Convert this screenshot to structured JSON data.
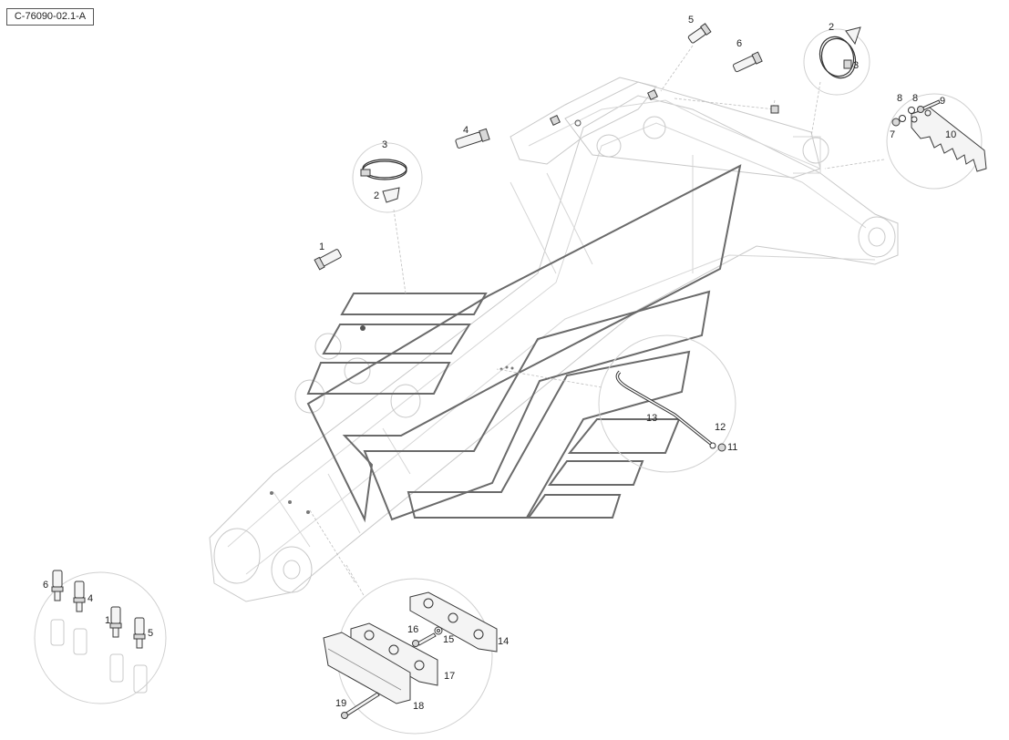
{
  "reference": "C-76090-02.1-A",
  "labels": {
    "l1": "1",
    "l2a": "2",
    "l3a": "3",
    "l4": "4",
    "l5": "5",
    "l6": "6",
    "l2b": "2",
    "l3b": "3",
    "l7": "7",
    "l8a": "8",
    "l8b": "8",
    "l9": "9",
    "l10": "10",
    "l11": "11",
    "l12": "12",
    "l13": "13",
    "l14": "14",
    "l15": "15",
    "l16": "16",
    "l17": "17",
    "l18": "18",
    "l19": "19",
    "k6": "6",
    "k4": "4",
    "k1": "1",
    "k5": "5"
  }
}
